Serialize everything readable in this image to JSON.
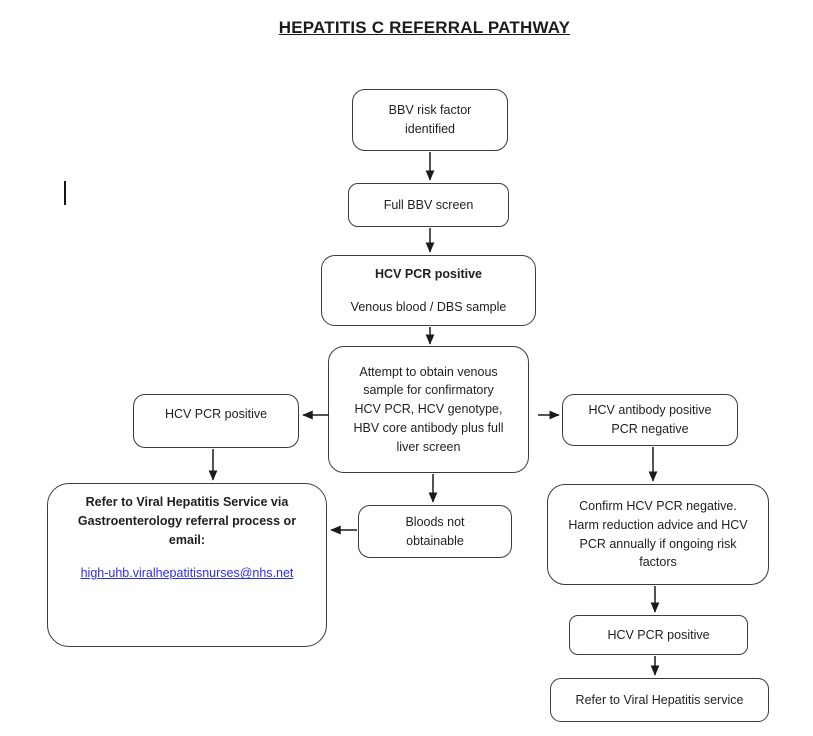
{
  "page": {
    "title": "HEPATITIS C REFERRAL PATHWAY"
  },
  "nodes": {
    "bbv_risk_identified": {
      "label": "BBV risk factor\nidentified"
    },
    "full_bbv_screen": {
      "label": "Full BBV screen"
    },
    "hcv_pcr_positive_sample": {
      "title": "HCV PCR positive",
      "subtitle": "Venous blood / DBS sample"
    },
    "attempt_venous_sample": {
      "label": "Attempt to obtain venous\nsample for confirmatory\nHCV PCR, HCV genotype,\nHBV core antibody plus full\nliver screen"
    },
    "hcv_pcr_positive_left": {
      "label": "HCV PCR positive"
    },
    "refer_viral_hepatitis_email": {
      "heading": "Refer to Viral Hepatitis Service via\nGastroenterology referral process or\nemail:",
      "email": "high-uhb.viralhepatitisnurses@nhs.net"
    },
    "bloods_not_obtainable": {
      "label": "Bloods not\nobtainable"
    },
    "hcv_antibody_positive": {
      "label": "HCV antibody positive\nPCR negative"
    },
    "confirm_hcv_pcr_negative": {
      "label": "Confirm HCV PCR negative.\nHarm reduction advice and HCV\nPCR annually if ongoing risk\nfactors"
    },
    "hcv_pcr_positive_right": {
      "label": "HCV PCR positive"
    },
    "refer_viral_hepatitis_service": {
      "label": "Refer to Viral Hepatitis service"
    }
  },
  "colors": {
    "text": "#1f1f1f",
    "node_border": "#3c3c3c",
    "arrow": "#1b1b1b",
    "link_blue": "#2e2ee6",
    "background": "#ffffff"
  }
}
